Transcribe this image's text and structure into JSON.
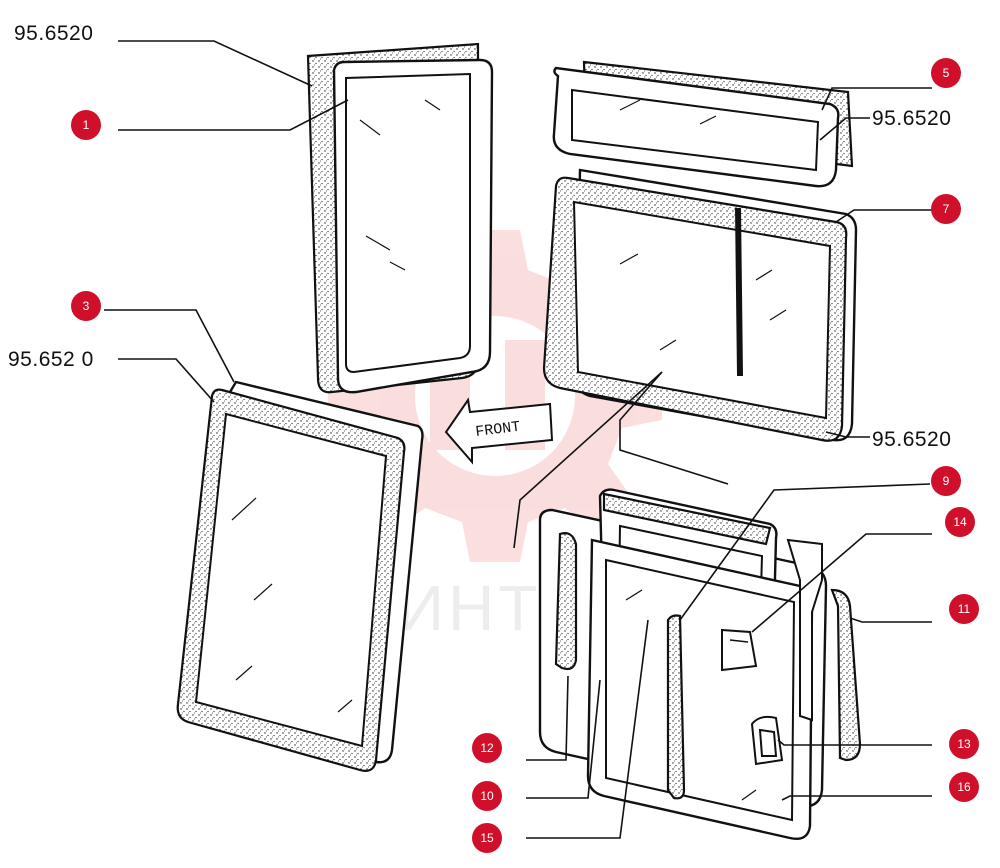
{
  "watermark": {
    "text": "ИНТЕХ",
    "color": "#f4b8b8"
  },
  "accent_color": "#d0102a",
  "front_label": "FRONT",
  "codes": {
    "top_left": "95.6520",
    "mid_left": "95.652 0",
    "right_upper": "95.6520",
    "right_lower": "95.6520"
  },
  "callouts": {
    "c1": "1",
    "c3": "3",
    "c5": "5",
    "c7": "7",
    "c9": "9",
    "c10": "10",
    "c11": "11",
    "c12": "12",
    "c13": "13",
    "c14": "14",
    "c15": "15",
    "c16": "16"
  }
}
